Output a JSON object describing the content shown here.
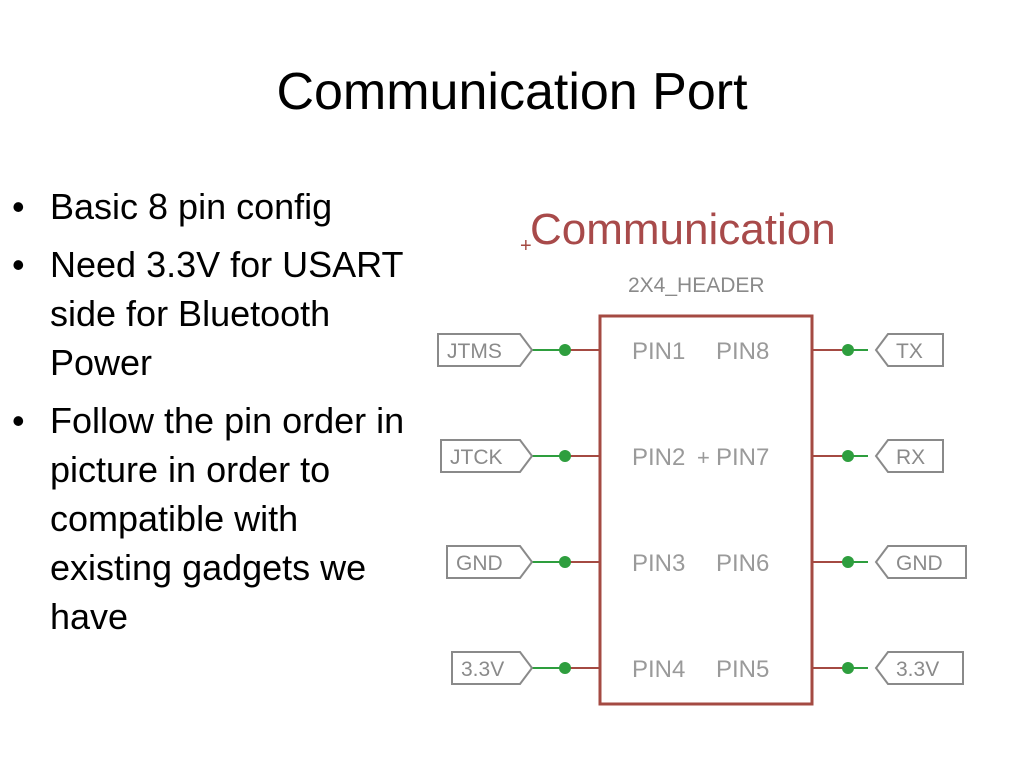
{
  "slide": {
    "title": "Communication Port",
    "bullet_char": "•",
    "bullets": [
      "Basic 8 pin config",
      "Need 3.3V for USART side for Bluetooth Power",
      "Follow the pin order in picture in order to compatible with existing gadgets we have"
    ]
  },
  "schematic": {
    "name": "Communication",
    "part": "2X4_HEADER",
    "origin_mark": "+",
    "pins_left": [
      {
        "pin": "PIN1",
        "net": "JTMS"
      },
      {
        "pin": "PIN2",
        "net": "JTCK"
      },
      {
        "pin": "PIN3",
        "net": "GND"
      },
      {
        "pin": "PIN4",
        "net": "3.3V"
      }
    ],
    "pins_right": [
      {
        "pin": "PIN8",
        "net": "TX"
      },
      {
        "pin": "PIN7",
        "net": "RX"
      },
      {
        "pin": "PIN6",
        "net": "GND"
      },
      {
        "pin": "PIN5",
        "net": "3.3V"
      }
    ],
    "colors": {
      "name": "#a84a4a",
      "body": "#a44a42",
      "wire": "#2e9e3e",
      "label": "#8a8a8a",
      "pin_text": "#9a9a9a"
    }
  }
}
